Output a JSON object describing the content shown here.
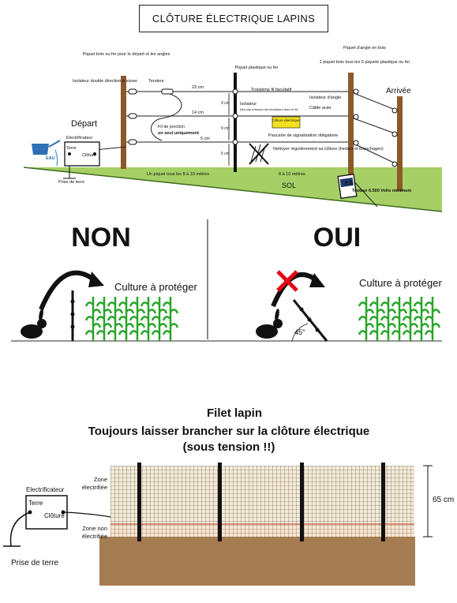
{
  "title": "CLÔTURE ÉLECTRIQUE LAPINS",
  "fence": {
    "post_start_label": "Piquet bois ou fer pour le départ et les angles",
    "post_middle_label": "Piquet plastique ou fer",
    "post_corner_label": "Piquet d'angle en bois",
    "post_corner_sub": "1 piquet bois tous les 5 piquets plastique ou fer",
    "isolator_double": "Isolateur double direction à visser",
    "tendeur": "Tendeur",
    "wire_23": "23 cm",
    "wire_14": "14 cm",
    "wire_5": "5 cm",
    "gap_9a": "9 cm",
    "gap_9b": "9 cm",
    "gap_5": "5 cm",
    "third_wire": "Troisième fil facultatif",
    "isolator_mid": "Isolateur",
    "isolator_mid_note": "(Ne pas entourer les isolateurs avec le fil)",
    "isolator_angle": "Isolateur d'angle",
    "cable_acier": "Câble acier",
    "junction": "Fil de jonction",
    "junction_2": "un seul uniquement",
    "sign_text": "Clôture électrique",
    "sign_label": "Pancarte de signalisation obligatoire",
    "clean_label": "Nettoyer régulièrement sa clôture (herbes et branchages)",
    "depart": "Départ",
    "arrivee": "Arrivée",
    "electrificateur": "Electrificateur",
    "terre": "Terre",
    "cloture": "Clôture",
    "eau": "EAU",
    "prise_terre": "Prise de terre",
    "piquet_spacing": "Un piquet tous les 8 à 10 mètres",
    "spacing_2": "8 à 10 mètres",
    "sol": "SOL",
    "tester_value": "8.5",
    "tester_label": "Testeur 6.500 Volts minimum"
  },
  "comparison": {
    "non": "NON",
    "oui": "OUI",
    "crop_left": "Culture à protéger",
    "crop_right": "Culture à protéger",
    "angle": "45°"
  },
  "net": {
    "title": "Filet lapin",
    "warning_1": "Toujours laisser brancher sur la clôture électrique",
    "warning_2": "(sous tension !!)",
    "zone_electrified_1": "Zone",
    "zone_electrified_2": "électrifiée",
    "zone_non_1": "Zone non",
    "zone_non_2": "électrifiée",
    "height": "65 cm",
    "electrificateur": "Electrificateur",
    "terre": "Terre",
    "cloture": "Clôture",
    "prise_terre": "Prise de terre"
  },
  "colors": {
    "red": "#e30613",
    "green": "#2aa52a",
    "ground_green": "#9bc95c",
    "soil": "#a67c52",
    "post_wood": "#8b5a2b",
    "sign_yellow": "#f5e020"
  }
}
